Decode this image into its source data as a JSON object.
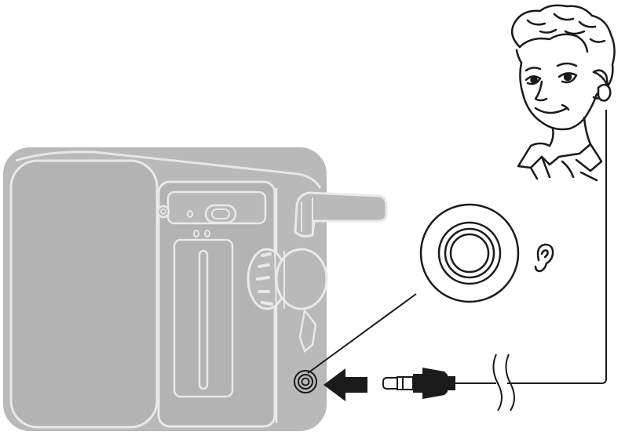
{
  "figure": {
    "subject": "earphone-connection-illustration",
    "items": [
      {
        "name": "portable-radio",
        "icon": "radio-icon"
      },
      {
        "name": "earphone-jack",
        "icon": "jack-socket-icon"
      },
      {
        "name": "jack-detail-callout",
        "icon": "jack-socket-icon"
      },
      {
        "name": "ear-symbol",
        "icon": "ear-icon"
      },
      {
        "name": "insert-arrow",
        "icon": "arrow-left-icon"
      },
      {
        "name": "earphone-plug",
        "icon": "plug-icon"
      },
      {
        "name": "earphone-cable",
        "icon": "cable-icon"
      },
      {
        "name": "listener",
        "icon": "person-with-earphone-icon"
      }
    ],
    "colors": {
      "radio_fill": "#b9b9b9",
      "radio_outline": "#e9e9e9",
      "line": "#1a1a1a",
      "background": "#ffffff"
    }
  }
}
